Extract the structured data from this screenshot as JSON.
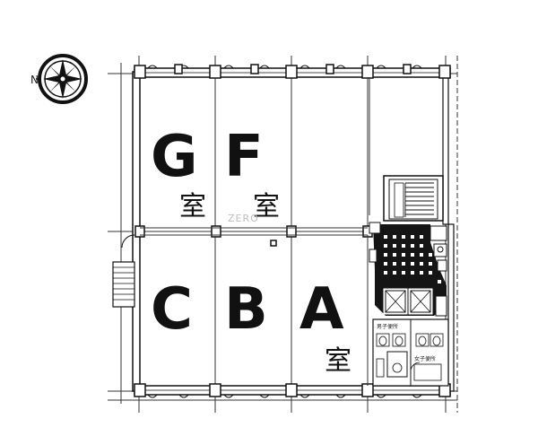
{
  "compass": {
    "label": "N"
  },
  "zones": {
    "G": "G",
    "F": "F",
    "C": "C",
    "B": "B",
    "A": "A"
  },
  "room_glyph": "室",
  "restrooms": {
    "men": "男子便所",
    "women": "女子便所"
  },
  "watermark": "ZERO"
}
